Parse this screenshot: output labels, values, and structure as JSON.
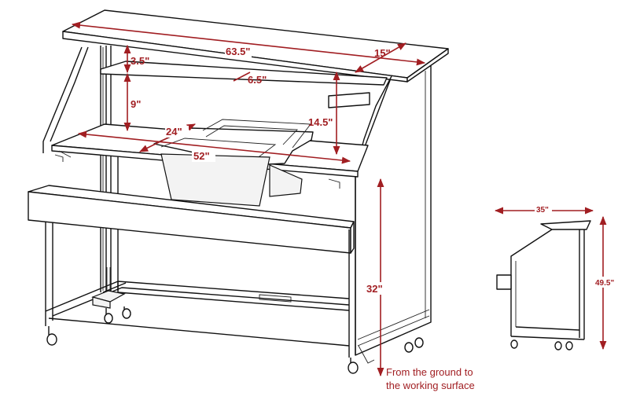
{
  "dimensions": {
    "overall_width": "63.5\"",
    "top_depth": "15\"",
    "shelf_gap": "3.5\"",
    "shelf_depth": "6.5\"",
    "upper_clearance": "9\"",
    "rear_clearance": "14.5\"",
    "counter_depth": "24\"",
    "counter_width": "52\"",
    "working_height": "32\""
  },
  "side_view": {
    "depth": "35\"",
    "height": "49.5\""
  },
  "caption": {
    "line1": "From the ground to",
    "line2": "the working surface"
  },
  "colors": {
    "dimension": "#a11e22",
    "outline": "#111111"
  }
}
